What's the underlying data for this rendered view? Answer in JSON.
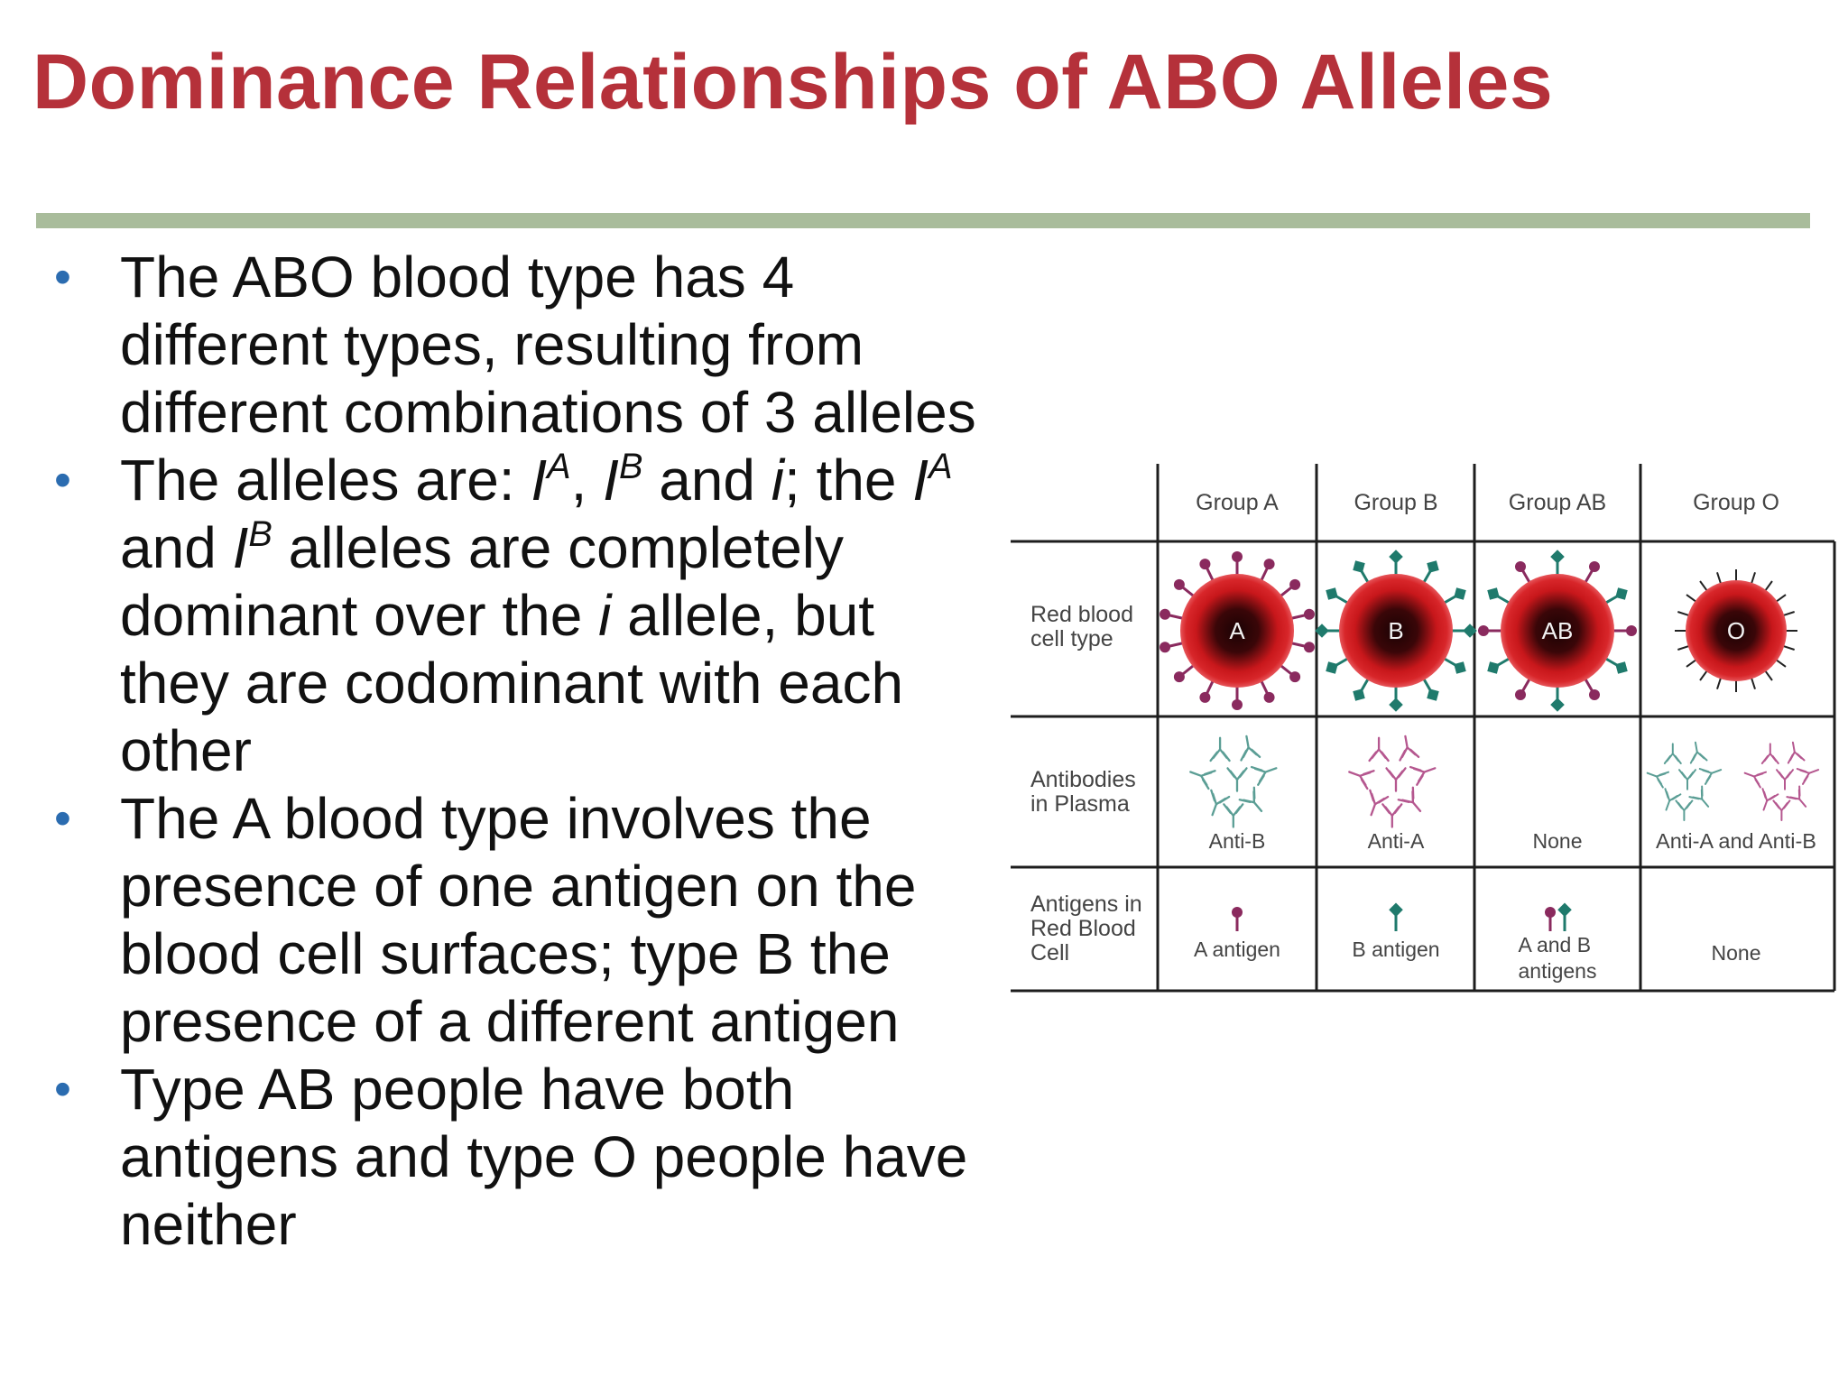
{
  "slide": {
    "title": "Dominance Relationships of ABO Alleles",
    "bullets": [
      {
        "text": "The ABO blood type has 4 different types, resulting from different combinations of 3 alleles"
      },
      {
        "parts": {
          "a": "The alleles are: ",
          "I1": "I",
          "A1": "A",
          "c1": ", ",
          "I2": "I",
          "B1": "B",
          "b": " and ",
          "i1": "i",
          "c": "; the ",
          "I3": "I",
          "A2": "A",
          "d": " and ",
          "I4": "I",
          "B2": "B",
          "e": " alleles are completely dominant over the ",
          "i2": "i",
          "f": " allele, but they are codominant with each other"
        }
      },
      {
        "text": "The A blood type involves the presence of one antigen on the blood cell surfaces; type B the presence of a different antigen"
      },
      {
        "text": "Type AB people have both antigens and type O people have neither"
      }
    ]
  },
  "figure": {
    "columns": [
      "Group A",
      "Group B",
      "Group AB",
      "Group O"
    ],
    "row_labels": {
      "red_blood_cell": [
        "Red blood",
        "cell type"
      ],
      "antibodies": [
        "Antibodies",
        "in Plasma"
      ],
      "antigens": [
        "Antigens in",
        "Red Blood",
        "Cell"
      ]
    },
    "cell_letters": [
      "A",
      "B",
      "AB",
      "O"
    ],
    "antibodies": [
      "Anti-B",
      "Anti-A",
      "None",
      "Anti-A and Anti-B"
    ],
    "antigens": {
      "a": "A antigen",
      "b": "B antigen",
      "ab": [
        "A and B",
        "antigens"
      ],
      "o": "None"
    },
    "colors": {
      "cell_red": "#c8171b",
      "antigen_a": "#8a2a5e",
      "antigen_b": "#1f7a6c",
      "anti_b": "#5b9e95",
      "anti_a": "#b5578f",
      "title": "#b5313a",
      "rule": "#a9bc9b",
      "bullet": "#2b6cb0"
    }
  }
}
